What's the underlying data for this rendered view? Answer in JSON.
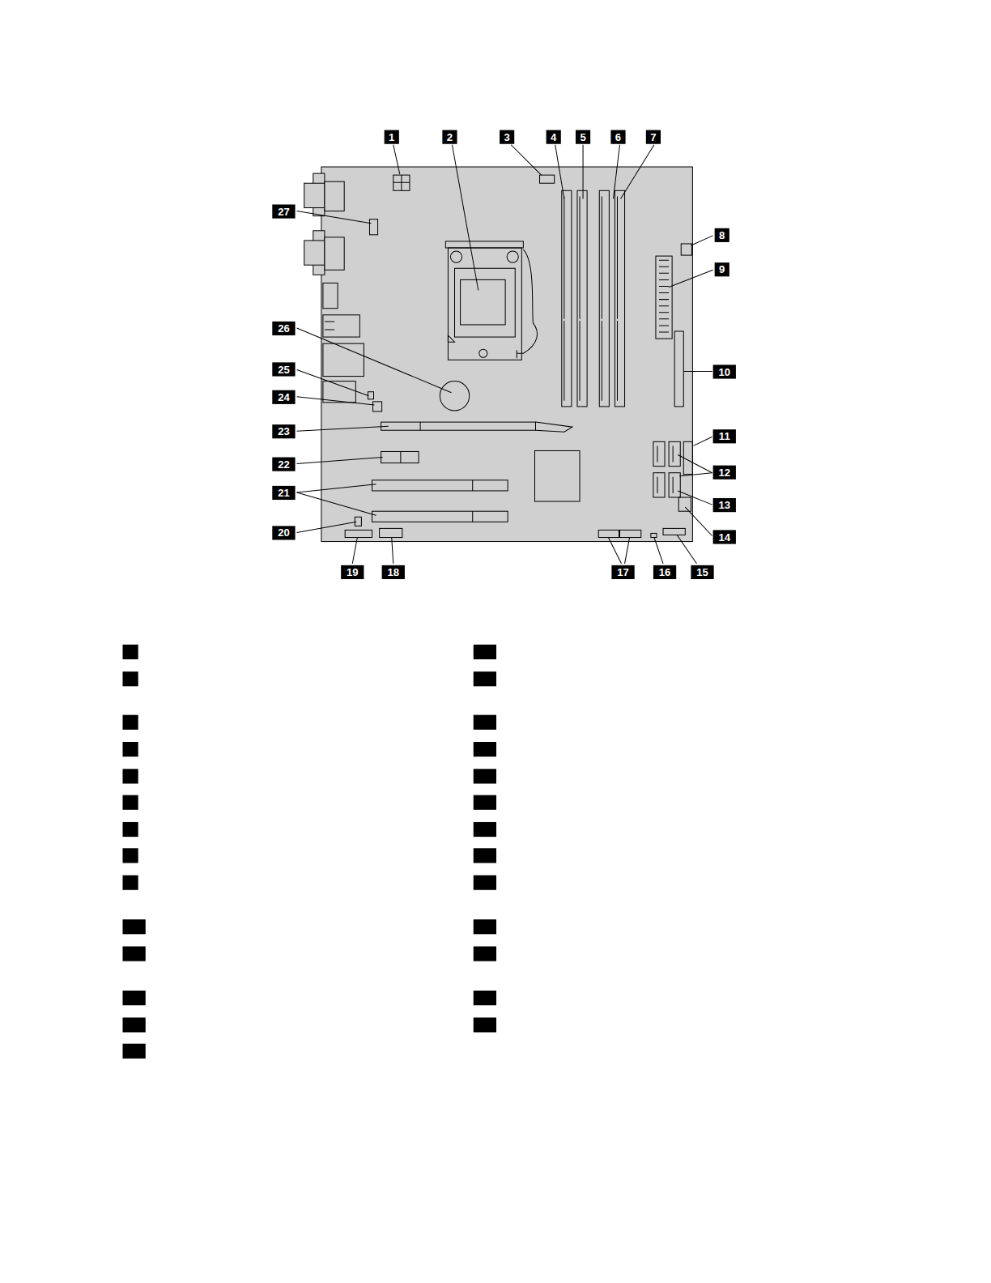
{
  "diagram": {
    "labels": [
      "1",
      "2",
      "3",
      "4",
      "5",
      "6",
      "7",
      "8",
      "9",
      "10",
      "11",
      "12",
      "13",
      "14",
      "15",
      "16",
      "17",
      "18",
      "19",
      "20",
      "21",
      "22",
      "23",
      "24",
      "25",
      "26",
      "27"
    ]
  }
}
